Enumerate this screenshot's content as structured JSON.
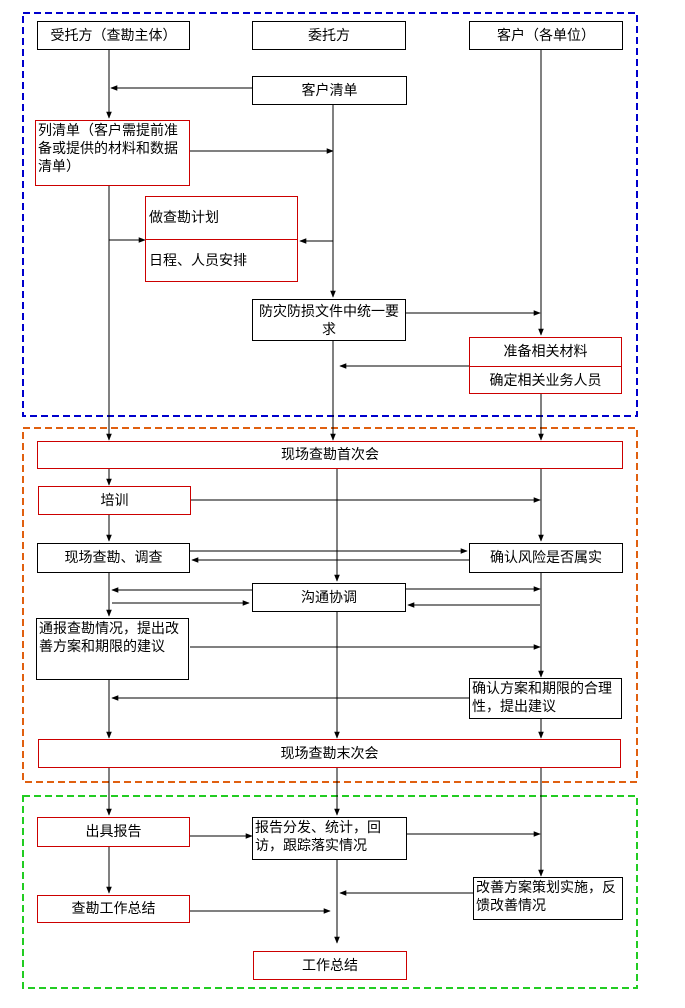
{
  "columns": {
    "entrusted": "受托方（查勘主体）",
    "client": "委托方",
    "customer": "客户（各单位）"
  },
  "phase1": {
    "customer_list": "客户清单",
    "list_materials": "列清单（客户需提前准备或提供的材料和数据清单）",
    "plan_title": "做查勘计划",
    "plan_detail": "日程、人员安排",
    "unified_requirements": "防灾防损文件中统一要求",
    "prepare_materials": "准备相关材料",
    "assign_staff": "确定相关业务人员"
  },
  "phase2": {
    "first_meeting": "现场查勘首次会",
    "training": "培训",
    "onsite_survey": "现场查勘、调查",
    "confirm_risk": "确认风险是否属实",
    "communicate": "沟通协调",
    "report_situation": "通报查勘情况，提出改善方案和期限的建议",
    "confirm_plan": "确认方案和期限的合理性，提出建议",
    "final_meeting": "现场查勘末次会"
  },
  "phase3": {
    "issue_report": "出具报告",
    "distribute_report": "报告分发、统计，回访，跟踪落实情况",
    "implement_improvement": "改善方案策划实施，反馈改善情况",
    "survey_summary": "查勘工作总结",
    "work_summary": "工作总结"
  },
  "colors": {
    "phase1_border": "#0000cc",
    "phase2_border": "#e06010",
    "phase3_border": "#22cc22",
    "red_box": "#cc0000"
  }
}
